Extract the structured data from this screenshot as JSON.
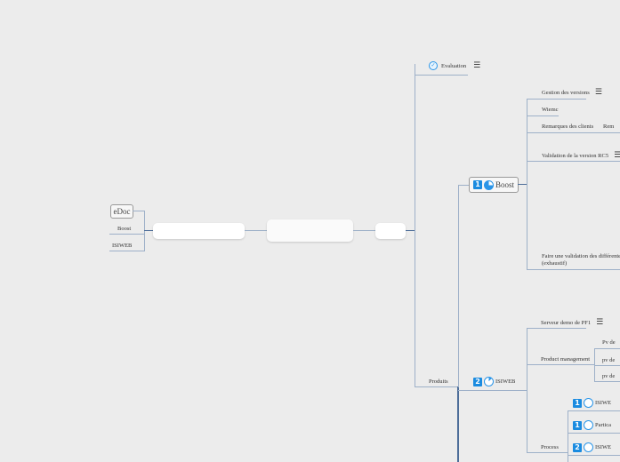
{
  "left": {
    "edoc": "eDoc",
    "boost": "Boost",
    "isiweb": "ISIWEB"
  },
  "evaluation": "Evaluation",
  "produits": "Produits",
  "boost": {
    "label": "Boost",
    "priority": "1",
    "items": [
      "Gestion des versions",
      "Wiemc",
      "Remarques des clients",
      "Validation de la version RC5",
      "Faire une validation des différentes vers (exhaustif)"
    ],
    "remarques_child": "Rem"
  },
  "isiweb": {
    "label": "ISIWEB",
    "priority": "2",
    "items": [
      "Serveur demo de PF1",
      "Product management",
      "Process"
    ],
    "pm_children": [
      "Pv de",
      "pv de",
      "pv de"
    ],
    "process_children": [
      {
        "priority": "1",
        "label": "ISIWE"
      },
      {
        "priority": "1",
        "label": "Partica"
      },
      {
        "priority": "2",
        "label": "ISIWE"
      }
    ]
  },
  "icons": {
    "menu": "☰"
  }
}
